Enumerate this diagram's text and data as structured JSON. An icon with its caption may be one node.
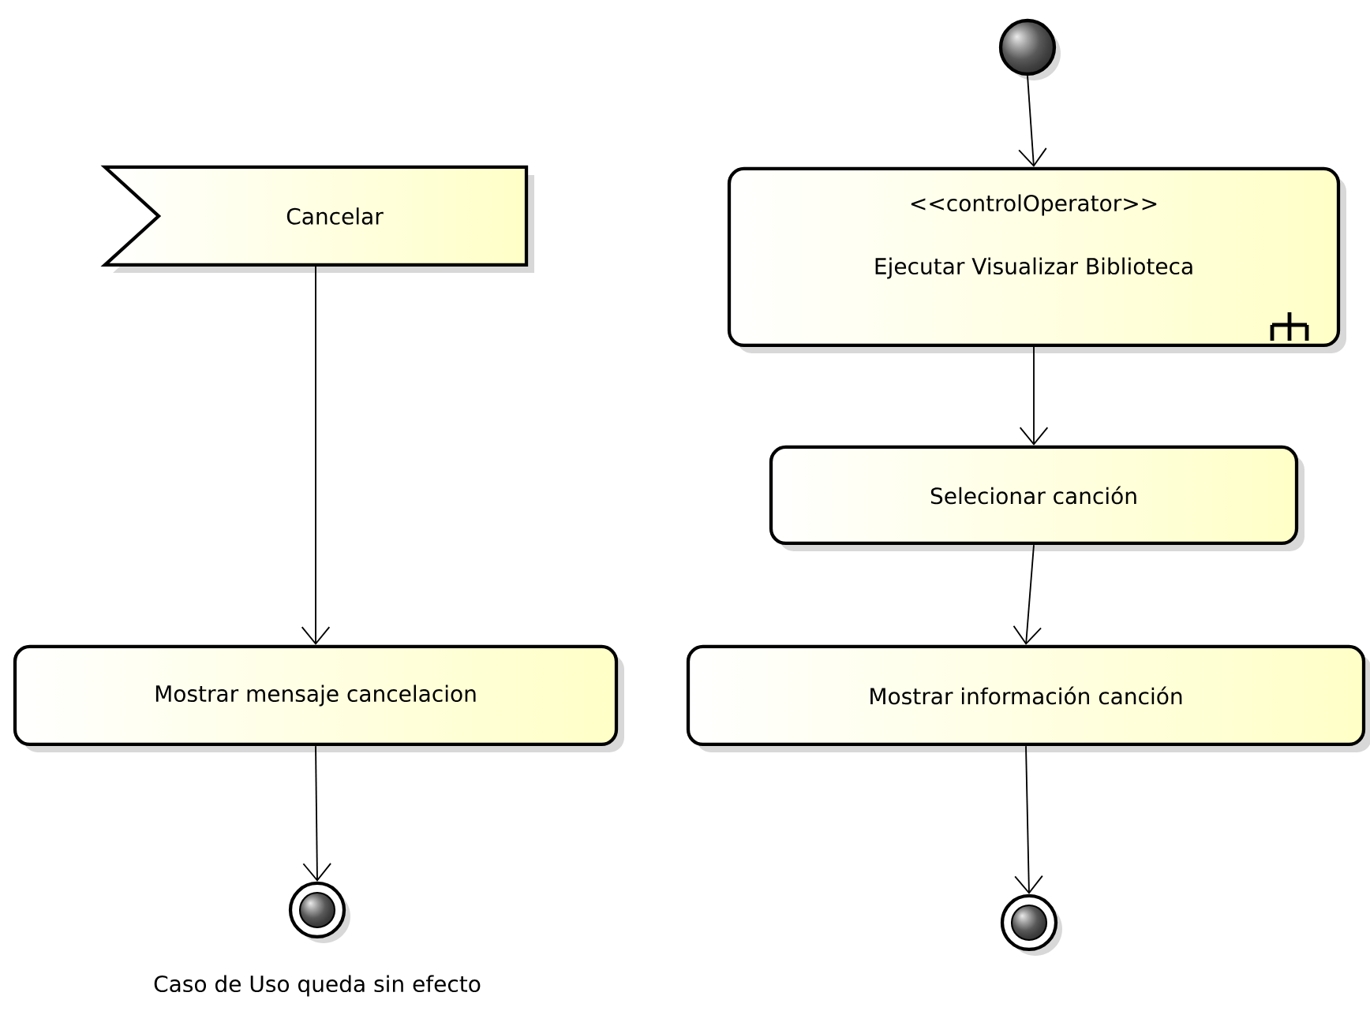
{
  "diagram": {
    "nodes": [
      {
        "text": [],
        "shape": "circle"
      },
      {
        "text": [
          "Cancelar"
        ]
      },
      {
        "text": [
          "<<controlOperator>>",
          "Ejecutar Visualizar Biblioteca"
        ]
      },
      {
        "text": [
          "Selecionar canción"
        ]
      },
      {
        "text": [
          "Mostrar mensaje cancelacion"
        ]
      },
      {
        "text": [
          "Mostrar información canción"
        ]
      },
      {
        "text": [],
        "shape": "circle",
        "beside": [
          "Caso de Uso queda sin efecto"
        ]
      },
      {
        "text": [],
        "shape": "circle"
      }
    ],
    "edges": [
      {
        "from": 0,
        "to": 2,
        "arrow": "to"
      },
      {
        "from": 2,
        "to": 3,
        "arrow": "to"
      },
      {
        "from": 3,
        "to": 5,
        "arrow": "to"
      },
      {
        "from": 5,
        "to": 7,
        "arrow": "to"
      },
      {
        "from": 1,
        "to": 4,
        "arrow": "to"
      },
      {
        "from": 4,
        "to": 6,
        "arrow": "to"
      }
    ]
  }
}
